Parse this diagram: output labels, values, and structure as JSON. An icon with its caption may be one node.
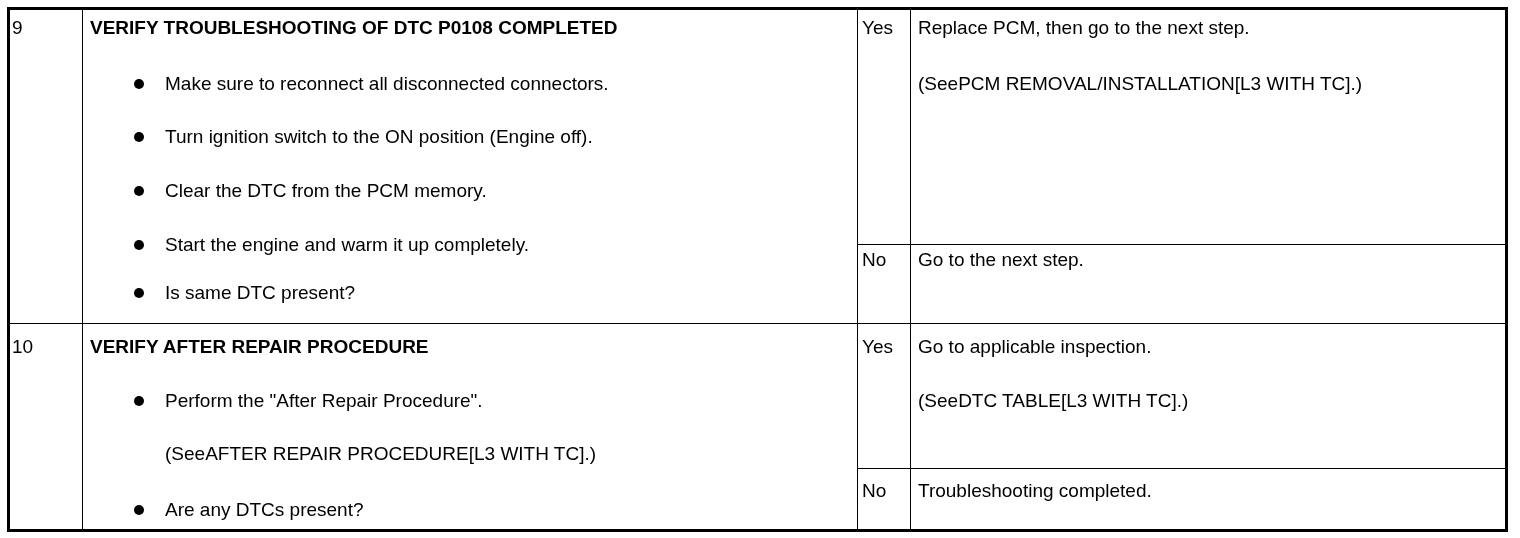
{
  "diagram": {
    "labels": [
      "9",
      "VERIFY TROUBLESHOOTING OF DTC P0108 COMPLETED",
      "Make sure to reconnect all disconnected connectors.",
      "Turn ignition switch to the ON position (Engine off).",
      "Clear the DTC from the PCM memory.",
      "Start the engine and warm it up completely.",
      "Is same DTC present?",
      "Yes",
      "Replace PCM, then go to the next step.",
      "(SeePCM REMOVAL/INSTALLATION[L3 WITH TC].)",
      "No",
      "Go to the next step.",
      "10",
      "VERIFY AFTER REPAIR PROCEDURE",
      "Perform the \"After Repair Procedure\".",
      "(SeeAFTER REPAIR PROCEDURE[L3 WITH TC].)",
      "Are any DTCs present?",
      "Yes",
      "Go to applicable inspection.",
      "(SeeDTC TABLE[L3 WITH TC].)",
      "No",
      "Troubleshooting completed."
    ]
  }
}
